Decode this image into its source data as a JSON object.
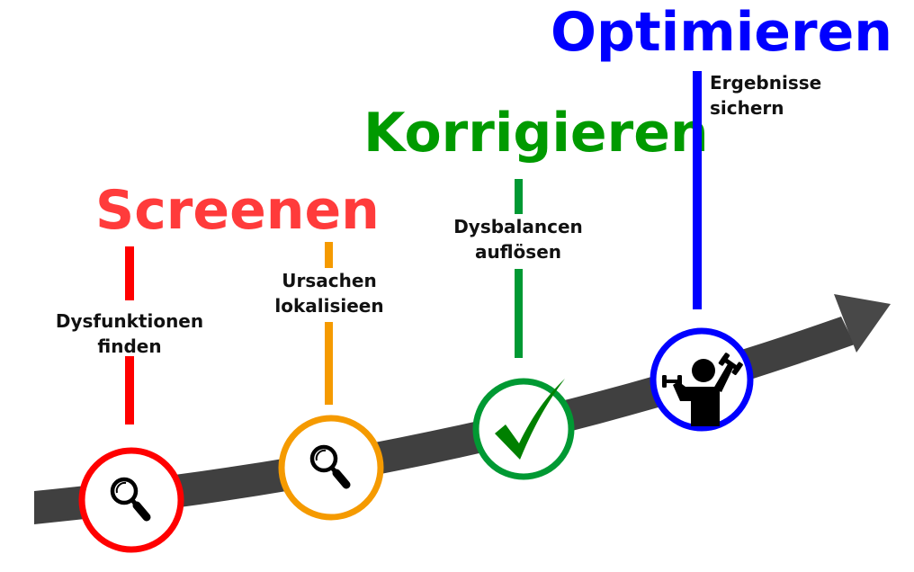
{
  "colors": {
    "arrow_band": "#404040",
    "arrow_head": "#484848",
    "screenen": "#ff3b3b",
    "step1": "#ff0000",
    "step2": "#f59a00",
    "step3": "#009933",
    "korrigieren": "#009a00",
    "optimieren": "#0000ff",
    "step4": "#0000ff",
    "label_text": "#111111"
  },
  "phases": [
    {
      "title": "Screenen",
      "color": "#ff3b3b"
    },
    {
      "title": "Korrigieren",
      "color": "#009a00"
    },
    {
      "title": "Optimieren",
      "color": "#0000ff"
    }
  ],
  "steps": [
    {
      "line1": "Dysfunktionen",
      "line2": "finden",
      "color": "#ff0000",
      "icon": "magnifier-icon"
    },
    {
      "line1": "Ursachen",
      "line2": "lokalisieen",
      "color": "#f59a00",
      "icon": "magnifier-icon"
    },
    {
      "line1": "Dysbalancen",
      "line2": "auflösen",
      "color": "#009933",
      "icon": "checkmark-icon"
    },
    {
      "line1": "Ergebnisse",
      "line2": "sichern",
      "color": "#0000ff",
      "icon": "weightlifter-icon"
    }
  ]
}
